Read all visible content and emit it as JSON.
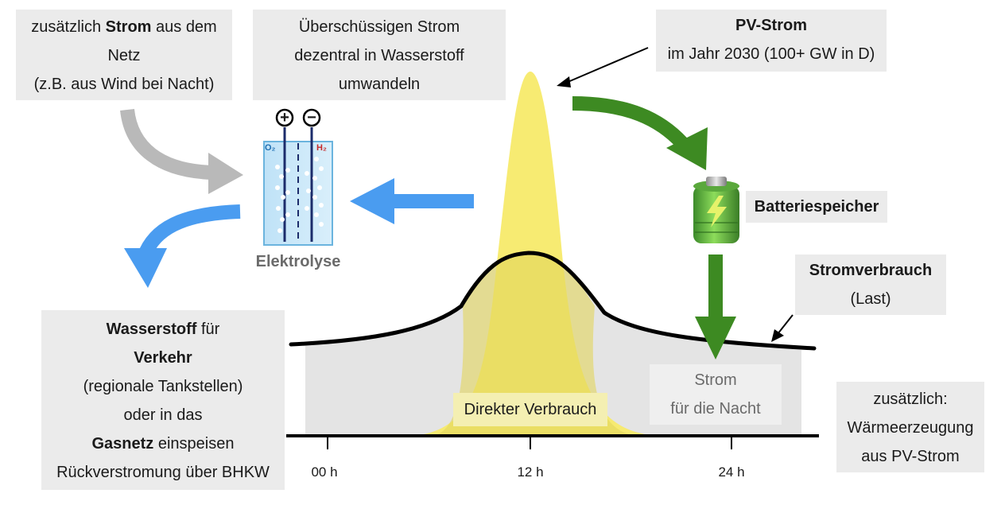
{
  "boxes": {
    "extra_power": {
      "pre": "zusätzlich ",
      "bold": "Strom",
      "post": " aus dem",
      "line2": "Netz",
      "line3": "(z.B. aus Wind bei Nacht)"
    },
    "surplus": {
      "line1": "Überschüssigen Strom",
      "line2": "dezentral in Wasserstoff",
      "line3": "umwandeln"
    },
    "pv": {
      "title": "PV-Strom",
      "line2": "im Jahr 2030 (100+ GW in D)"
    },
    "battery": {
      "label": "Batteriespeicher"
    },
    "consumption": {
      "title": "Stromverbrauch",
      "line2": "(Last)"
    },
    "hydrogen": {
      "l1_bold": "Wasserstoff",
      "l1_post": " für",
      "l2_bold": "Verkehr",
      "l3": "(regionale Tankstellen)",
      "l4": "oder in das",
      "l5_bold": "Gasnetz",
      "l5_post": " einspeisen",
      "l6": "Rückverstromung über BHKW"
    },
    "direct": {
      "label": "Direkter Verbrauch"
    },
    "night": {
      "line1": "Strom",
      "line2": "für die Nacht"
    },
    "heat": {
      "line1": "zusätzlich:",
      "line2": "Wärmeerzeugung",
      "line3": "aus PV-Strom"
    }
  },
  "electrolysis": {
    "label": "Elektrolyse",
    "plus": "+",
    "minus": "−",
    "o2": "O₂",
    "h2": "H₂"
  },
  "axis": {
    "ticks": [
      "00 h",
      "12 h",
      "24 h"
    ]
  },
  "colors": {
    "pv_yellow": "#f7ea6a",
    "load_line": "#000000",
    "green_arrow": "#3d8a22",
    "blue_arrow": "#4a9cf0",
    "gray_arrow": "#b9b9b9"
  }
}
